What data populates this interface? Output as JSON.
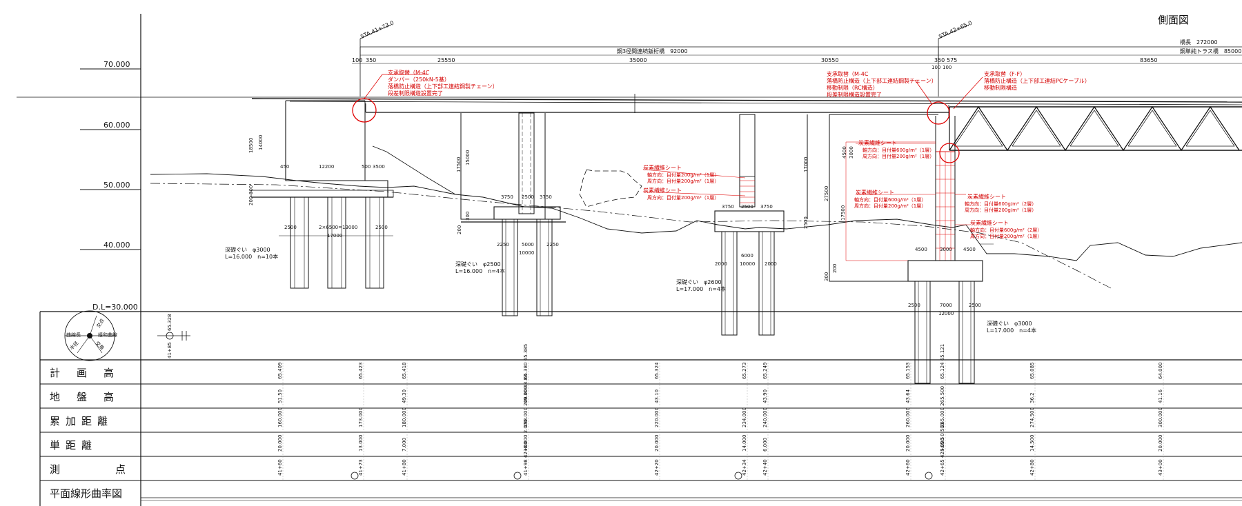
{
  "drawing": {
    "title": "側面図",
    "total_length": "橋長　272000",
    "truss_label": "鋼単純トラス橋　85000",
    "girder_label": "鋼3径間連続鈑桁橋　92000",
    "station_left": "STA.41+73.0",
    "station_right": "STA.42+65.0"
  },
  "elevations": [
    "70.000",
    "60.000",
    "50.000",
    "40.000"
  ],
  "datum_level": "D.L=30.000",
  "top_dims": [
    "100",
    "350",
    "25550",
    "35000",
    "30550",
    "350",
    "575",
    "83650",
    "100",
    "100"
  ],
  "annotations": {
    "abut_left": [
      "支承取替（M-4C",
      "ダンパー（250kN-5基）",
      "落橋防止構造（上下部工連結鋼製チェーン）",
      "段差制限構造設置完了"
    ],
    "pier_right": [
      "支承取替（M-4C",
      "落橋防止構造（上下部工連結鋼製チェーン）",
      "移動制限（RC構造）",
      "段差制限構造設置完了"
    ],
    "truss": [
      "支承取替（F-F）",
      "落橋防止構造（上下部工連結PCケーブル）",
      "移動制限構造"
    ],
    "frp_p2": [
      "炭素繊維シート",
      "軸方向：目付量200g/m²（1層）",
      "周方向：目付量200g/m²（1層）",
      "炭素繊維シート",
      "周方向：目付量200g/m²（1層）"
    ],
    "frp_p3_upper": [
      "炭素繊維シート",
      "軸方向：目付量600g/m²（1層）",
      "周方向：目付量200g/m²（1層）"
    ],
    "frp_p3_mid": [
      "炭素繊維シート",
      "軸方向：目付量600g/m²（1層）",
      "周方向：目付量200g/m²（1層）"
    ],
    "frp_p3_right": [
      "炭素繊維シート",
      "軸方向：目付量600g/m²（2層）",
      "周方向：目付量200g/m²（1層）"
    ],
    "frp_p3_right2": [
      "炭素繊維シート",
      "軸方向：目付量600g/m²（2層）",
      "周方向：目付量200g/m²（1層）"
    ]
  },
  "foundation_labels": [
    [
      "深礎ぐい　φ3000",
      "L=16.000　n=10本"
    ],
    [
      "深礎ぐい　φ2500",
      "L=16.000　n=4本"
    ],
    [
      "深礎ぐい　φ2600",
      "L=17.000　n=4本"
    ],
    [
      "深礎ぐい　φ3000",
      "L=17.000　n=4本"
    ]
  ],
  "curve_circle": [
    "曲線長",
    "交点",
    "緩和曲線",
    "交角",
    "半径"
  ],
  "curve_values": [
    "65.328",
    "41+85"
  ],
  "profile": {
    "rows": [
      "計画高",
      "地盤高",
      "累加距離",
      "単距離",
      "測点",
      "平面線形曲率図"
    ],
    "columns": [
      {
        "plan": "65.409",
        "ground": "51.50",
        "cum": "160.000",
        "single": "20.000",
        "sta": "41+60"
      },
      {
        "plan": "65.423",
        "ground": "",
        "cum": "173.000",
        "single": "13.000",
        "sta": "41+73"
      },
      {
        "plan": "65.418",
        "ground": "49.30",
        "cum": "180.000",
        "single": "7.000",
        "sta": "41+80"
      },
      {
        "plan": "65.380  65.385",
        "ground": "49.30  48.83",
        "cum": "198.000  200.000",
        "single": "18.000  2.000",
        "sta": "41+98  42+00"
      },
      {
        "plan": "65.324",
        "ground": "43.10",
        "cum": "220.000",
        "single": "20.000",
        "sta": "42+20"
      },
      {
        "plan": "65.273",
        "ground": "",
        "cum": "234.000",
        "single": "14.000",
        "sta": "42+34"
      },
      {
        "plan": "65.249",
        "ground": "43.90",
        "cum": "240.000",
        "single": "6.000",
        "sta": "42+40"
      },
      {
        "plan": "65.153",
        "ground": "43.64",
        "cum": "260.000",
        "single": "20.000",
        "sta": "42+60"
      },
      {
        "plan": "65.124  65.121",
        "ground": "",
        "cum": "265.000  265.500",
        "single": "5.000  0.500",
        "sta": "42+65  42+65.5"
      },
      {
        "plan": "65.085",
        "ground": "36.2",
        "cum": "274.500",
        "single": "14.500",
        "sta": "42+80"
      },
      {
        "plan": "64.000",
        "ground": "41.16",
        "cum": "300.000",
        "single": "20.000",
        "sta": "43+00"
      }
    ]
  },
  "pier_dims": {
    "a1": [
      "12200",
      "450",
      "500",
      "3500",
      "2500",
      "2×6500=13000",
      "2500",
      "17000",
      "18500",
      "14000",
      "200",
      "300"
    ],
    "p1": [
      "17500",
      "15000",
      "3750",
      "2500",
      "3750",
      "2250",
      "5000",
      "2250",
      "10000",
      "200",
      "300"
    ],
    "p2": [
      "3750",
      "2500",
      "3750",
      "2000",
      "6000",
      "2000",
      "10000",
      "17000",
      "2500"
    ],
    "p3": [
      "4500",
      "3000",
      "4500",
      "2500",
      "7000",
      "2500",
      "12000",
      "27500",
      "17500",
      "300",
      "200",
      "4500",
      "3000"
    ]
  }
}
